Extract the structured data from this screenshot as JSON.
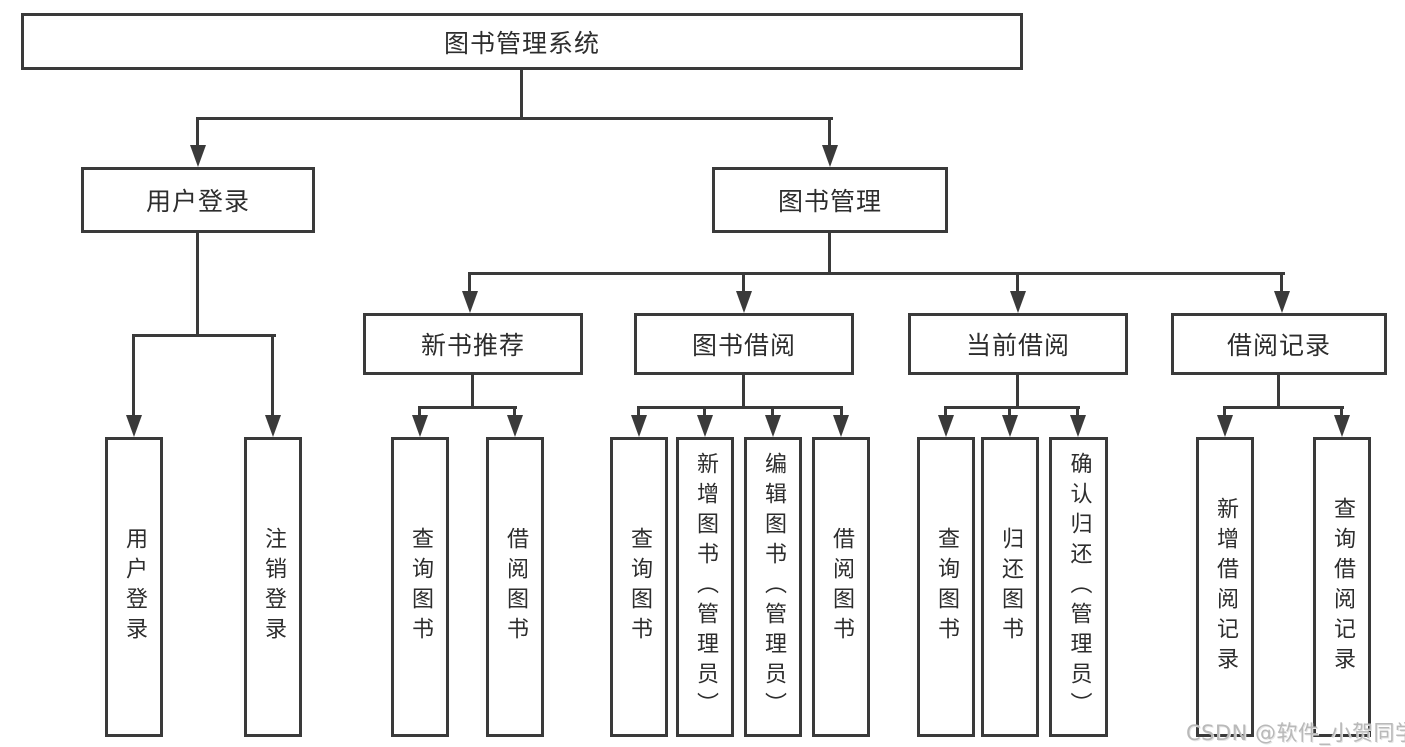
{
  "nodes": {
    "root": "图书管理系统",
    "user_login": "用户登录",
    "book_mgmt": "图书管理",
    "new_book_rec": "新书推荐",
    "book_borrow": "图书借阅",
    "current_borrow": "当前借阅",
    "borrow_record": "借阅记录",
    "ul_login": "用户登录",
    "ul_logout": "注销登录",
    "nbr_query": "查询图书",
    "nbr_borrow": "借阅图书",
    "bb_query": "查询图书",
    "bb_add": "新增图书（管理员）",
    "bb_edit": "编辑图书（管理员）",
    "bb_borrow": "借阅图书",
    "cb_query": "查询图书",
    "cb_return": "归还图书",
    "cb_confirm": "确认归还（管理员）",
    "br_add": "新增借阅记录",
    "br_query": "查询借阅记录"
  },
  "watermark": "CSDN @软件_小贺同学",
  "colors": {
    "line": "#3a3a3a",
    "text": "#2d2d2d",
    "watermark": "#b9b9b9",
    "background": "#ffffff"
  }
}
